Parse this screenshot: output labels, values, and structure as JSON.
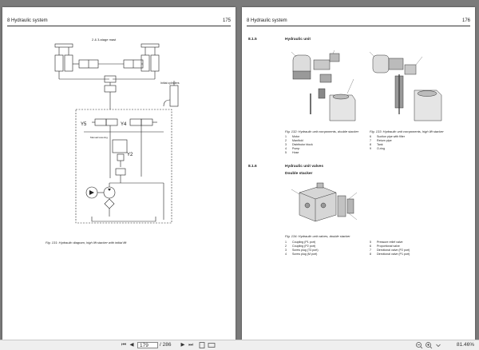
{
  "left_page": {
    "header_title": "8 Hydraulic system",
    "page_number": "175",
    "diagram_label_mast": "2 & 3-stage mast",
    "diagram_label_initial": "Initial cylinders",
    "valve_y5": "Y5",
    "valve_y4": "Y4",
    "valve_y2": "Y2",
    "diagram_small_label": "Manual lowering",
    "caption": "Fig. 131: Hydraulic diagram, high lift stacker with initial lift"
  },
  "right_page": {
    "header_title": "8 Hydraulic system",
    "page_number": "176",
    "section1_number": "8.1.5",
    "section1_title": "Hydraulic unit",
    "fig132_caption": "Fig. 132: Hydraulic unit components, double stacker",
    "fig133_caption": "Fig. 133: Hydraulic unit components, high lift stacker",
    "unit_legend_left": [
      {
        "num": "1",
        "label": "Motor"
      },
      {
        "num": "2",
        "label": "Manifold"
      },
      {
        "num": "3",
        "label": "Distributor block"
      },
      {
        "num": "4",
        "label": "Pump"
      },
      {
        "num": "5",
        "label": "Hose"
      }
    ],
    "unit_legend_right": [
      {
        "num": "6",
        "label": "Suction pipe with filter"
      },
      {
        "num": "7",
        "label": "Return pipe"
      },
      {
        "num": "8",
        "label": "Tank"
      },
      {
        "num": "9",
        "label": "O-ring"
      }
    ],
    "section2_number": "8.1.6",
    "section2_title": "Hydraulic unit valves",
    "section2_subtitle": "Double stacker",
    "fig134_caption": "Fig. 134: Hydraulic unit valves, double stacker",
    "valve_legend_left": [
      {
        "num": "1",
        "label": "Coupling (P1 port)"
      },
      {
        "num": "2",
        "label": "Coupling (P2 port)"
      },
      {
        "num": "3",
        "label": "Screw plug (T3 port)"
      },
      {
        "num": "4",
        "label": "Screw plug (M port)"
      }
    ],
    "valve_legend_right": [
      {
        "num": "5",
        "label": "Pressure relief valve"
      },
      {
        "num": "6",
        "label": "Proportional valve"
      },
      {
        "num": "7",
        "label": "Directional valve (P2 port)"
      },
      {
        "num": "8",
        "label": "Directional valve (P1 port)"
      }
    ]
  },
  "toolbar": {
    "current_page": "179",
    "total_pages": "/ 286",
    "zoom": "81.46%",
    "first_glyph": "⏮",
    "prev_glyph": "◀",
    "next_glyph": "▶",
    "last_glyph": "⏭"
  }
}
